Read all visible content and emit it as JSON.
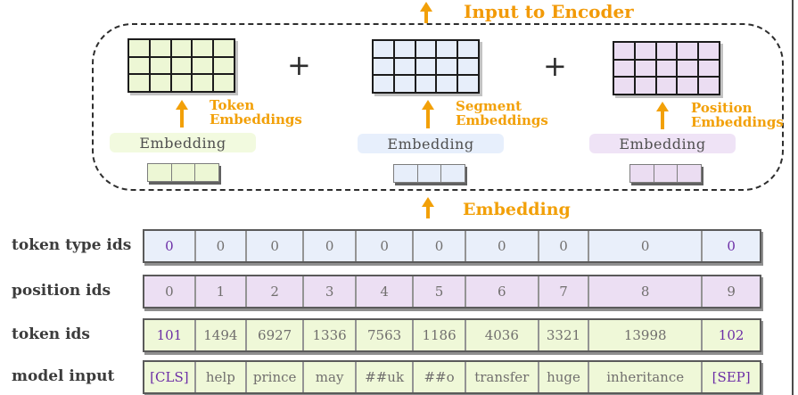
{
  "title": "Input to Encoder",
  "plus_sign": "+",
  "bottom_flow_label": "Embedding",
  "colors": {
    "accent_orange": "#F2A008",
    "highlight_text_purple": "#6C2EA6",
    "cell_text_gray": "#716F6E",
    "green_fill": "#EFF8D8",
    "blue_fill": "#E9EFFA",
    "purple_fill": "#ECDFF3"
  },
  "embedding_groups": [
    {
      "key": "token",
      "theme": "green",
      "arrow_label_lines": [
        "Token",
        "Embeddings"
      ],
      "box_label": "Embedding"
    },
    {
      "key": "segment",
      "theme": "blue",
      "arrow_label_lines": [
        "Segment",
        "Embeddings"
      ],
      "box_label": "Embedding"
    },
    {
      "key": "position",
      "theme": "purple",
      "arrow_label_lines": [
        "Position",
        "Embeddings"
      ],
      "box_label": "Embedding"
    }
  ],
  "matrix_grid": {
    "columns": 5,
    "rows": 3
  },
  "strip_cells": 3,
  "id_rows": [
    {
      "key": "token-type-ids",
      "label": "token type ids",
      "theme": "blue",
      "cells": [
        "0",
        "0",
        "0",
        "0",
        "0",
        "0",
        "0",
        "0",
        "0",
        "0"
      ],
      "highlight_first_last": true
    },
    {
      "key": "position-ids",
      "label": "position ids",
      "theme": "purple",
      "cells": [
        "0",
        "1",
        "2",
        "3",
        "4",
        "5",
        "6",
        "7",
        "8",
        "9"
      ],
      "highlight_first_last": false
    },
    {
      "key": "token-ids",
      "label": "token ids",
      "theme": "green",
      "cells": [
        "101",
        "1494",
        "6927",
        "1336",
        "7563",
        "1186",
        "4036",
        "3321",
        "13998",
        "102"
      ],
      "highlight_first_last": true
    },
    {
      "key": "model-input",
      "label": "model input",
      "theme": "green",
      "cells": [
        "[CLS]",
        "help",
        "prince",
        "may",
        "##uk",
        "##o",
        "transfer",
        "huge",
        "inheritance",
        "[SEP]"
      ],
      "highlight_first_last": true
    }
  ]
}
